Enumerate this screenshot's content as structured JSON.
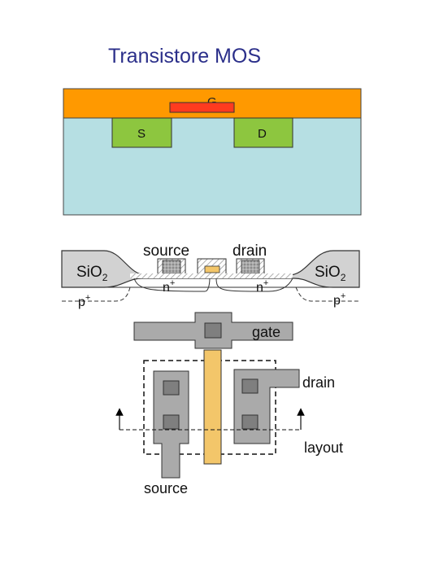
{
  "title": "Transistore MOS",
  "top_diagram": {
    "gate_label": "G",
    "source_label": "S",
    "drain_label": "D",
    "colors": {
      "oxide": "#ff9900",
      "substrate": "#b6dfe3",
      "gate": "#ff3b1f",
      "diffusion": "#8dc63f"
    }
  },
  "cross_section": {
    "source_label": "source",
    "drain_label": "drain",
    "oxide_left": "SiO",
    "oxide_left_sub": "2",
    "oxide_right": "SiO",
    "oxide_right_sub": "2",
    "n_left": "n",
    "n_left_sup": "+",
    "n_right": "n",
    "n_right_sup": "+",
    "p_left": "p",
    "p_left_sup": "+",
    "p_right": "p",
    "p_right_sup": "+"
  },
  "layout_view": {
    "gate_label": "gate",
    "drain_label": "drain",
    "layout_label": "layout",
    "source_label": "source",
    "colors": {
      "metal": "#aaaaaa",
      "contact": "#7f7f7f",
      "poly": "#f3c66a"
    }
  }
}
